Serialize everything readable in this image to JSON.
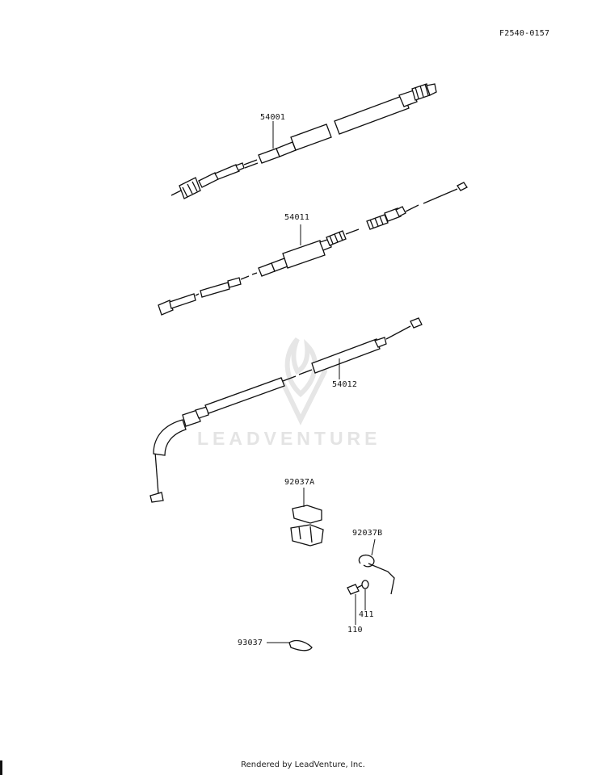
{
  "diagram_code": "F2540-0157",
  "parts": {
    "speedometer_cable": "54001",
    "throttle_cable": "54011",
    "clutch_cable": "54012",
    "clamp_a": "92037A",
    "clamp_b": "92037B",
    "bolt": "110",
    "washer": "411",
    "band": "93037"
  },
  "watermark": "LEADVENTURE",
  "footer": "Rendered by LeadVenture, Inc."
}
